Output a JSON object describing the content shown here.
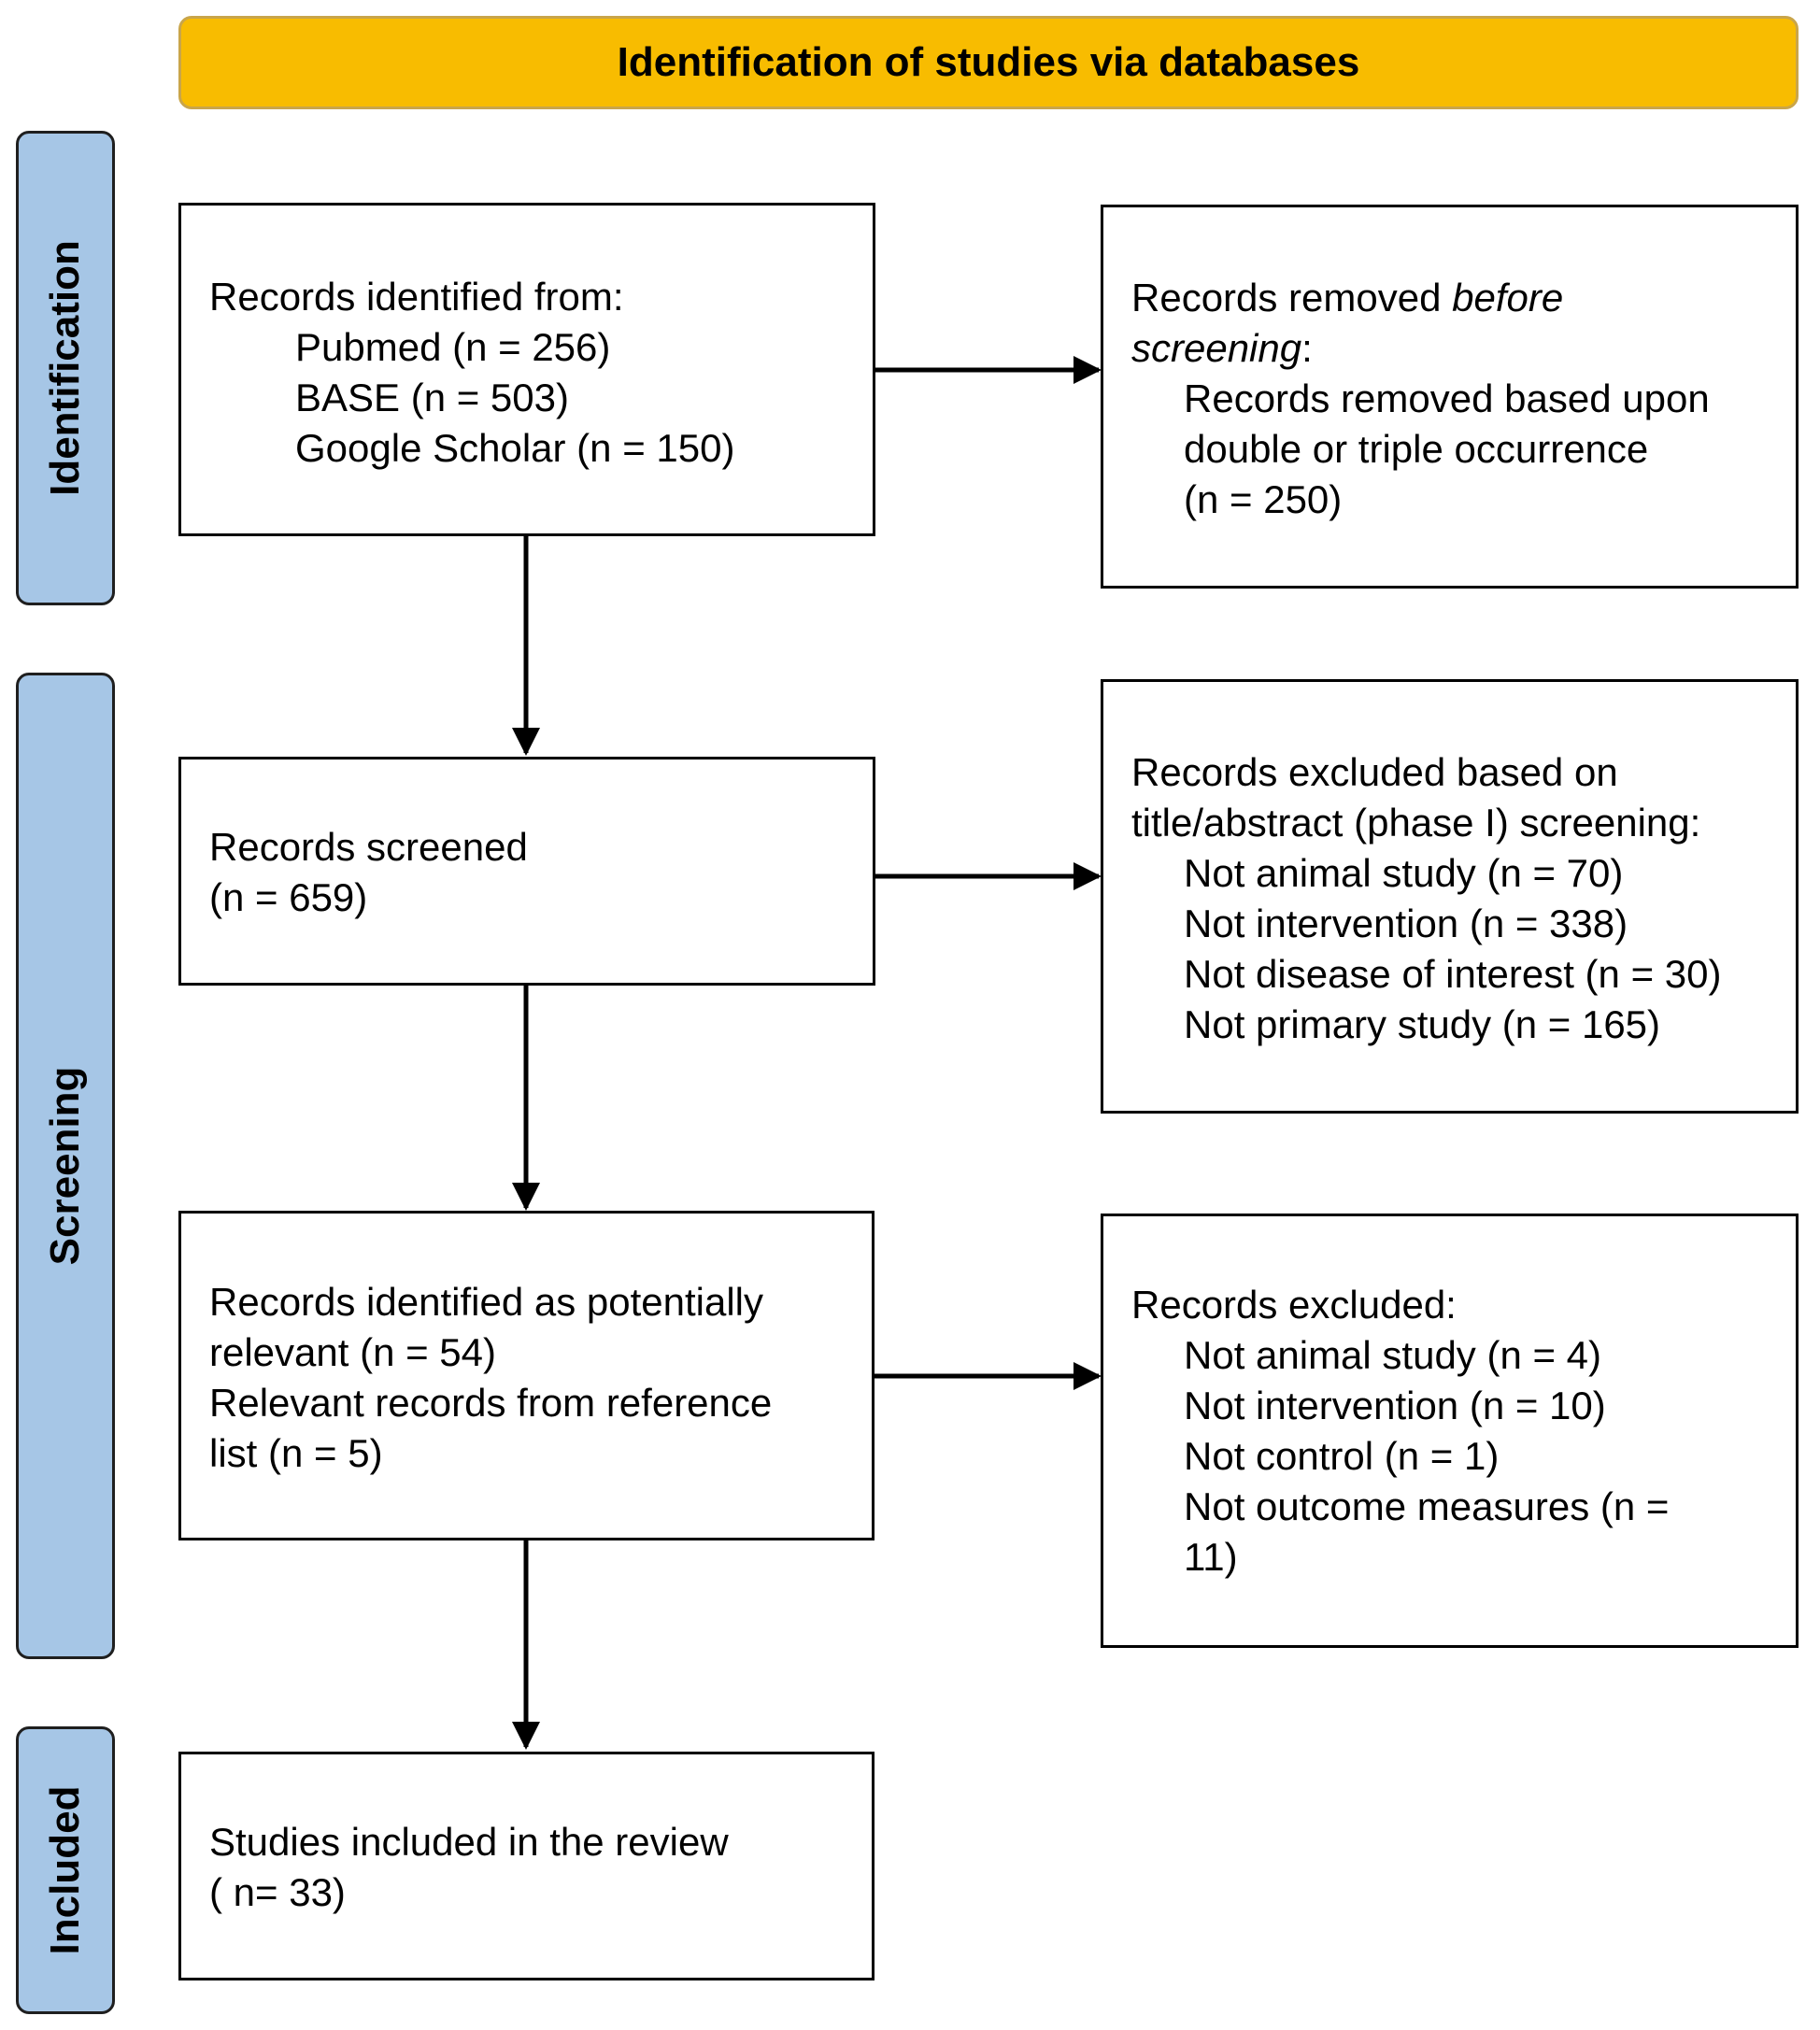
{
  "header": {
    "title": "Identification of studies via databases"
  },
  "phases": {
    "identification": "Identification",
    "screening": "Screening",
    "included": "Included"
  },
  "boxes": {
    "identified": {
      "heading": "Records identified from:",
      "sources": [
        "Pubmed (n = 256)",
        "BASE (n = 503)",
        "Google Scholar (n = 150)"
      ]
    },
    "removed": {
      "heading_plain": "Records removed ",
      "heading_italic": "before",
      "line2_italic": "screening",
      "line2_rest": ":",
      "details": [
        "Records removed based upon",
        "double or triple occurrence",
        "(n = 250)"
      ]
    },
    "screened": {
      "lines": [
        "Records screened",
        "(n = 659)"
      ]
    },
    "excluded_phase1": {
      "heading": [
        "Records excluded based on",
        "title/abstract (phase I) screening:"
      ],
      "reasons": [
        "Not animal study (n = 70)",
        "Not intervention (n = 338)",
        "Not disease of interest (n = 30)",
        "Not primary study (n = 165)"
      ]
    },
    "relevant": {
      "lines": [
        "Records identified as potentially",
        "relevant (n = 54)",
        "Relevant records from reference",
        "list (n = 5)"
      ]
    },
    "excluded": {
      "heading": "Records excluded:",
      "reasons": [
        "Not animal study (n = 4)",
        "Not intervention (n = 10)",
        "Not control (n = 1)",
        "Not outcome measures (n =",
        "11)"
      ]
    },
    "included": {
      "lines": [
        "Studies included in the review",
        "( n= 33)"
      ]
    }
  }
}
